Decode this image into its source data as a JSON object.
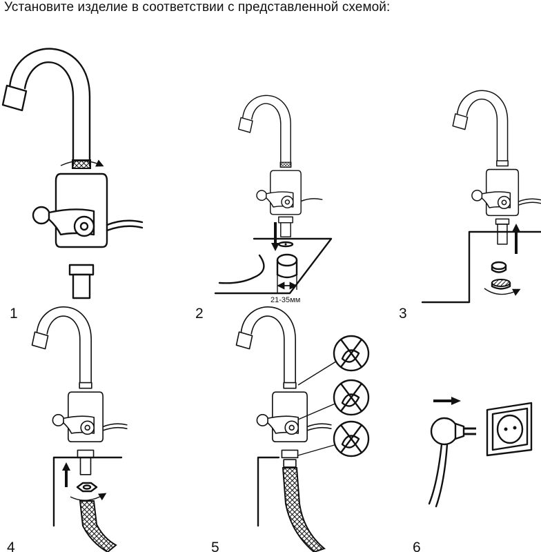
{
  "instruction": "Установите изделие в соответствии с представленной схемой:",
  "steps": [
    "1",
    "2",
    "3",
    "4",
    "5",
    "6"
  ],
  "dimension_label": "21-35мм",
  "colors": {
    "ink": "#111111",
    "background": "#ffffff"
  }
}
